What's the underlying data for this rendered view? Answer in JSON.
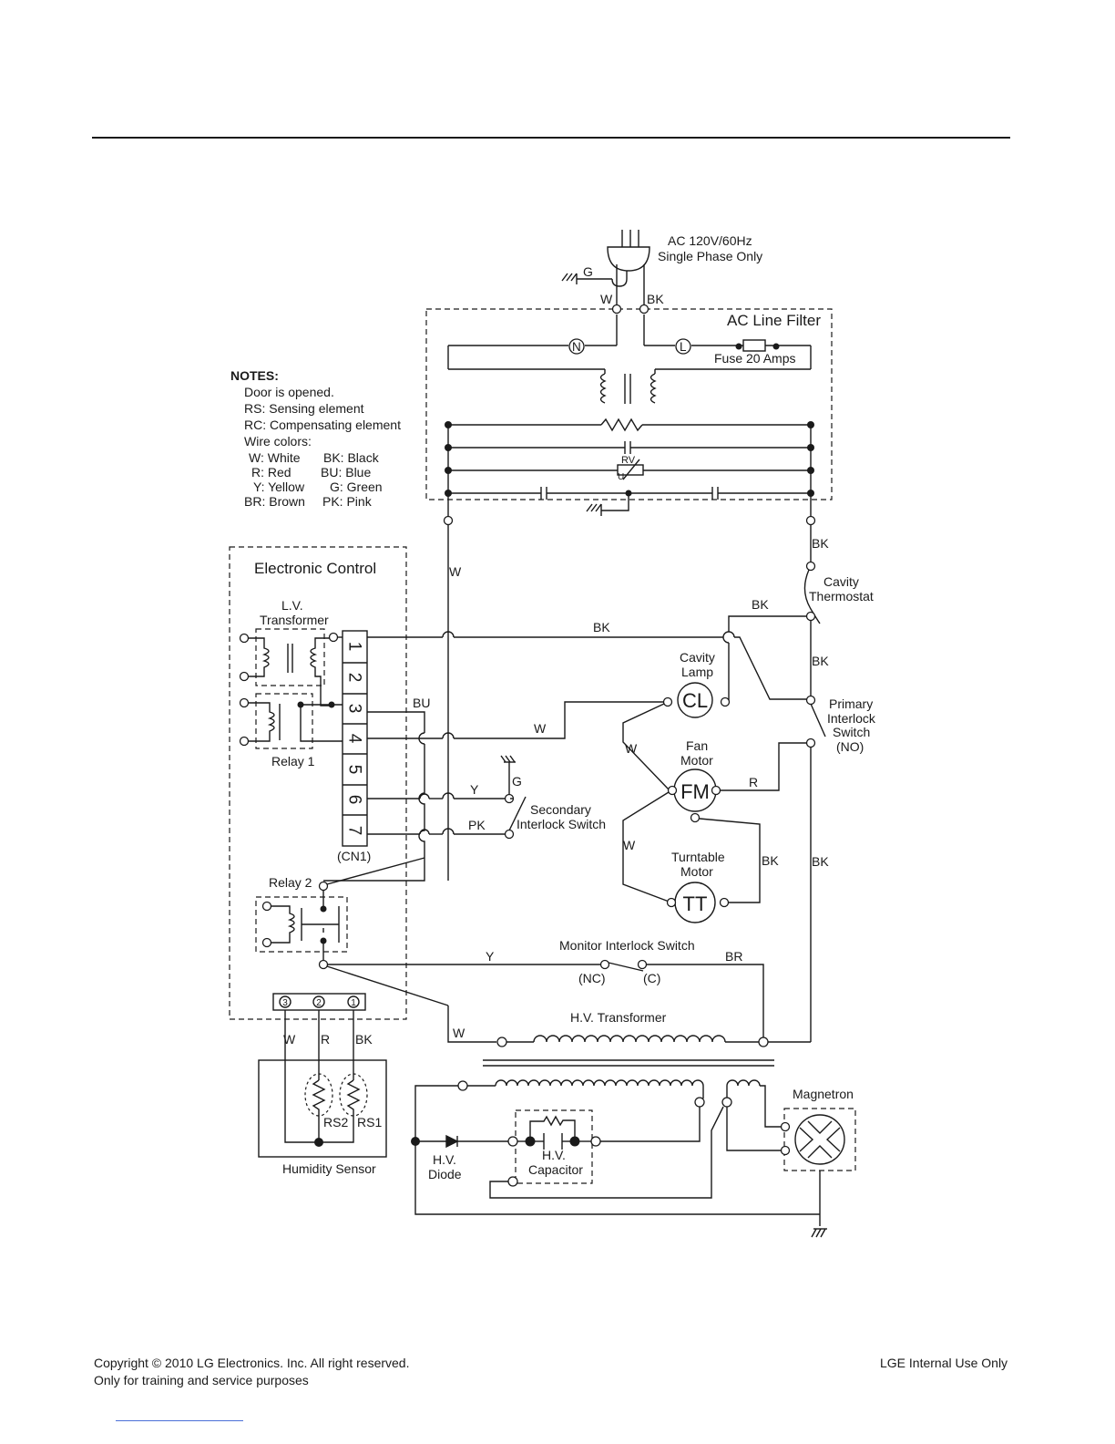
{
  "page": {
    "footer_left_line1": "Copyright © 2010 LG Electronics. Inc. All right reserved.",
    "footer_left_line2": "Only for training and service purposes",
    "footer_right": "LGE Internal Use Only"
  },
  "power": {
    "supply_line1": "AC 120V/60Hz",
    "supply_line2": "Single Phase  Only",
    "ground": "G",
    "white": "W",
    "black": "BK"
  },
  "filter": {
    "title": "AC Line Filter",
    "neutral": "N",
    "line": "L",
    "fuse": "Fuse 20 Amps",
    "varistor_top": "RV",
    "varistor_bottom": "U"
  },
  "notes": {
    "heading": "NOTES:",
    "lines": [
      "Door is opened.",
      "RS: Sensing element",
      "RC: Compensating element",
      "Wire colors:"
    ],
    "colors_left": [
      "W:  White",
      "R:  Red",
      "Y:  Yellow",
      "BR:  Brown"
    ],
    "colors_right": [
      "BK:  Black",
      "BU:  Blue",
      "G:  Green",
      "PK:  Pink"
    ]
  },
  "control": {
    "title": "Electronic Control",
    "lv_line1": "L.V.",
    "lv_line2": "Transformer",
    "relay1": "Relay 1",
    "relay2": "Relay 2",
    "pins": [
      "1",
      "2",
      "3",
      "4",
      "5",
      "6",
      "7"
    ],
    "connector": "(CN1)",
    "sensor_pins": [
      "3",
      "2",
      "1"
    ]
  },
  "wires": {
    "w_main": "W",
    "bk_top": "BK",
    "bk_cn1": "BK",
    "bu": "BU",
    "w_cn4": "W",
    "y_cn6": "Y",
    "g_sec": "G",
    "pk_cn7": "PK",
    "bk_right1": "BK",
    "bk_right2": "BK",
    "w_fm1": "W",
    "w_fm2": "W",
    "r_fm": "R",
    "bk_tt": "BK",
    "bk_right3": "BK",
    "y_mon": "Y",
    "br_mon": "BR",
    "w_hv": "W",
    "w_sens": "W",
    "r_sens": "R",
    "bk_sens": "BK"
  },
  "components": {
    "thermostat_line1": "Cavity",
    "thermostat_line2": "Thermostat",
    "lamp_line1": "Cavity",
    "lamp_line2": "Lamp",
    "lamp_symbol": "CL",
    "primary_line1": "Primary",
    "primary_line2": "Interlock",
    "primary_line3": "Switch",
    "primary_line4": "(NO)",
    "fan_line1": "Fan",
    "fan_line2": "Motor",
    "fan_symbol": "FM",
    "secondary_line1": "Secondary",
    "secondary_line2": "Interlock Switch",
    "turntable_line1": "Turntable",
    "turntable_line2": "Motor",
    "turntable_symbol": "TT",
    "monitor": "Monitor Interlock Switch",
    "monitor_nc": "(NC)",
    "monitor_c": "(C)",
    "hv_transformer": "H.V. Transformer",
    "magnetron": "Magnetron",
    "diode_line1": "H.V.",
    "diode_line2": "Diode",
    "cap_line1": "H.V.",
    "cap_line2": "Capacitor",
    "rs2": "RS2",
    "rs1": "RS1",
    "humidity": "Humidity Sensor"
  }
}
